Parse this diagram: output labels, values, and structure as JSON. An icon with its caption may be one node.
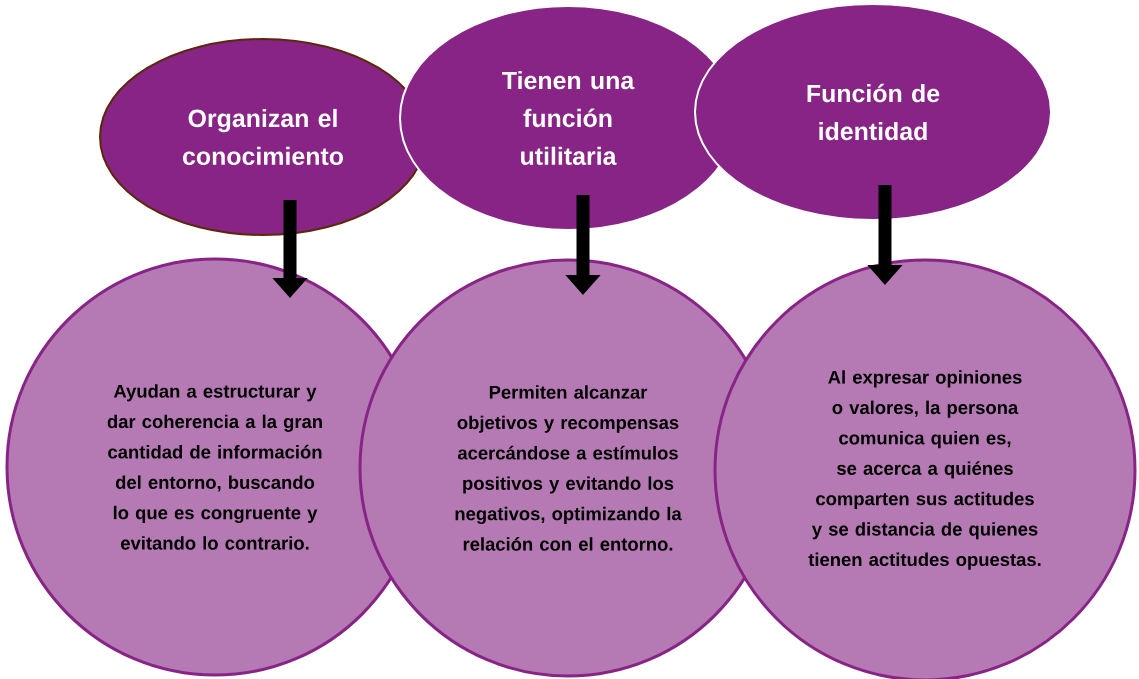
{
  "diagram": {
    "nodes": [
      {
        "text": [
          "Organizan el conocimiento"
        ]
      },
      {
        "text": [
          "Tienen una función utilitaria"
        ]
      },
      {
        "text": [
          "Función de identidad"
        ]
      },
      {
        "text": [
          "Ayudan a estructurar y dar coherencia a la gran cantidad de información del entorno, buscando lo que es congruente y evitando lo contrario."
        ]
      },
      {
        "text": [
          "Permiten alcanzar objetivos y recompensas acercándose a estímulos positivos y evitando los negativos, optimizando la relación con el entorno."
        ]
      },
      {
        "text": [
          "Al expresar opiniones o valores, la persona comunica quien es, se acerca a quiénes comparten sus actitudes y se distancia de quienes tienen actitudes opuestas."
        ]
      }
    ],
    "edges": [
      {
        "from": 0,
        "to": 3,
        "arrow": "to"
      },
      {
        "from": 1,
        "to": 4,
        "arrow": "to"
      },
      {
        "from": 2,
        "to": 5,
        "arrow": "to"
      }
    ]
  }
}
